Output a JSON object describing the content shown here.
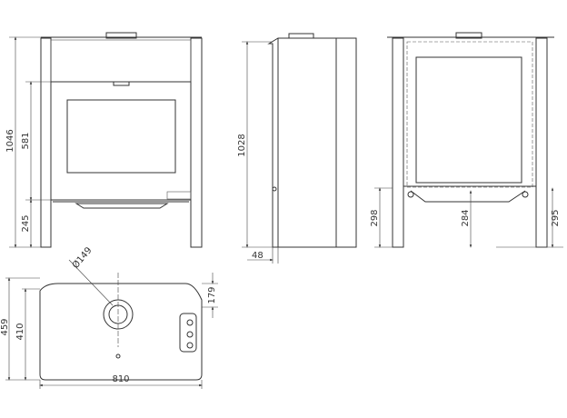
{
  "title": "Stove dimension drawing",
  "views": {
    "front": {
      "height_total": "1046",
      "door_height": "581",
      "leg_height": "245"
    },
    "side": {
      "height_total": "1028",
      "offset": "48"
    },
    "back": {
      "left_height": "298",
      "center_height": "284",
      "right_height": "295"
    },
    "top": {
      "flue_diameter": "Ø149",
      "flue_offset": "179",
      "depth_total": "459",
      "depth_body": "410",
      "width": "810"
    }
  },
  "colors": {
    "line": "#333333",
    "background": "#ffffff"
  }
}
